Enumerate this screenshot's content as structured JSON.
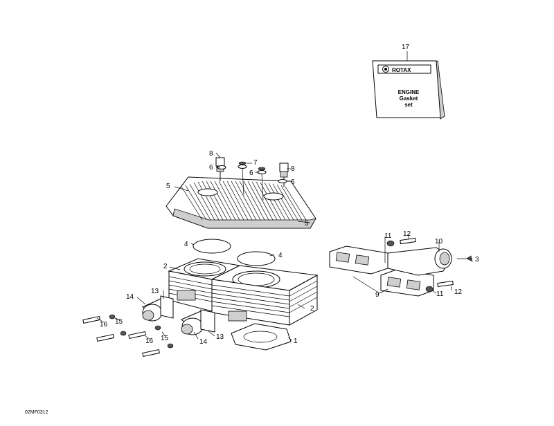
{
  "kit": {
    "brand": "ROTAX",
    "line1": "ENGINE",
    "line2": "Gasket",
    "line3": "set"
  },
  "callouts": {
    "c1": "1",
    "c2a": "2",
    "c2b": "2",
    "c3": "3",
    "c4a": "4",
    "c4b": "4",
    "c5a": "5",
    "c5b": "5",
    "c6a": "6",
    "c6b": "6",
    "c6c": "6",
    "c7": "7",
    "c8a": "8",
    "c8b": "8",
    "c9": "9",
    "c10": "10",
    "c11a": "11",
    "c11b": "11",
    "c12a": "12",
    "c12b": "12",
    "c13a": "13",
    "c13b": "13",
    "c14a": "14",
    "c14b": "14",
    "c15a": "15",
    "c15b": "15",
    "c16a": "16",
    "c16b": "16",
    "c17": "17"
  },
  "figure_ref": "02MF0312"
}
